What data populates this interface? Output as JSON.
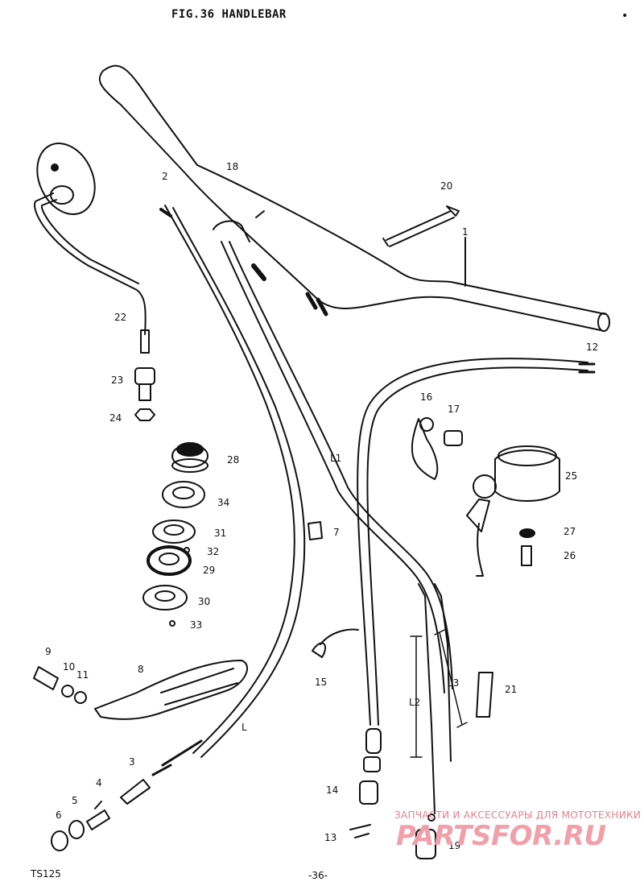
{
  "title": "FIG.36  HANDLEBAR",
  "corner_mark": "•",
  "model": "TS125",
  "page_number": "-36-",
  "watermark": {
    "tagline": "ЗАПЧАСТИ И АКСЕССУАРЫ ДЛЯ МОТОТЕХНИКИ",
    "logo": "PARTSFOR.RU"
  },
  "part_labels": {
    "p1": "1",
    "p2": "2",
    "p3": "3",
    "p4": "4",
    "p5": "5",
    "p6": "6",
    "p7": "7",
    "p8": "8",
    "p9": "9",
    "p10": "10",
    "p11": "11",
    "p12": "12",
    "p13": "13",
    "p14": "14",
    "p15": "15",
    "p16": "16",
    "p17": "17",
    "p18": "18",
    "p19": "19",
    "p20": "20",
    "p21": "21",
    "p22": "22",
    "p23": "23",
    "p24": "24",
    "p25": "25",
    "p26": "26",
    "p27": "27",
    "p28": "28",
    "p29": "29",
    "p30": "30",
    "p31": "31",
    "p32": "32",
    "p33": "33",
    "p34": "34"
  },
  "cable_length_labels": {
    "L": "L",
    "L1": "L1",
    "L2": "L2",
    "L3": "L3"
  }
}
